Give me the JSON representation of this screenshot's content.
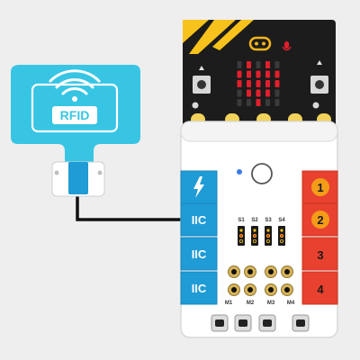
{
  "rfid_card": {
    "label": "RFID"
  },
  "ports_left": [
    {
      "label": ""
    },
    {
      "label": "IIC"
    },
    {
      "label": "IIC"
    },
    {
      "label": "IIC"
    }
  ],
  "ports_right": [
    {
      "label": "1",
      "style": "circle"
    },
    {
      "label": "2",
      "style": "circle"
    },
    {
      "label": "3",
      "style": "plain"
    },
    {
      "label": "4",
      "style": "plain"
    }
  ],
  "servo_labels": [
    "S1",
    "S2",
    "S3",
    "S4"
  ],
  "motor_labels": [
    "M1",
    "M2",
    "M3",
    "M4"
  ],
  "colors": {
    "background": "#eeeeee",
    "rfid_cyan": "#38c5e4",
    "port_blue": "#1f9bd6",
    "port_red": "#e8412f",
    "badge_orange": "#f39c1a",
    "led_red": "#e41f2d",
    "board_black": "#1c1c1c",
    "stripe_yellow": "#f8c21c"
  },
  "microbit_led_matrix": [
    [
      0,
      1,
      0,
      1,
      0
    ],
    [
      1,
      1,
      1,
      1,
      1
    ],
    [
      1,
      1,
      1,
      1,
      1
    ],
    [
      0,
      1,
      1,
      1,
      0
    ],
    [
      0,
      0,
      1,
      0,
      0
    ]
  ]
}
